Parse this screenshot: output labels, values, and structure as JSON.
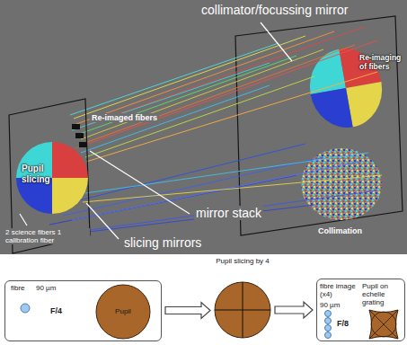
{
  "diagram": {
    "nodes": [
      {
        "text": [
          "fibre",
          "90 µm",
          "F/4"
        ]
      },
      {
        "text": [
          "Pupil"
        ],
        "in": 0
      },
      {
        "text": [
          "Pupil slicing by 4"
        ]
      },
      {
        "text": [
          "fibre image (x4)",
          "90 µm",
          "F/8",
          "Pupil on echelle grating"
        ]
      }
    ],
    "edges": [
      {
        "from": 0,
        "to": 2,
        "arrow": "to"
      },
      {
        "from": 2,
        "to": 3,
        "arrow": "to"
      }
    ],
    "labels": [
      "collimator/focussing mirror",
      "Re-imaging of fibers",
      "Re-imaged fibers",
      "Pupil slicing",
      "mirror stack",
      "Collimation",
      "2 science fibers 1 calibration fiber",
      "slicing mirrors"
    ]
  }
}
